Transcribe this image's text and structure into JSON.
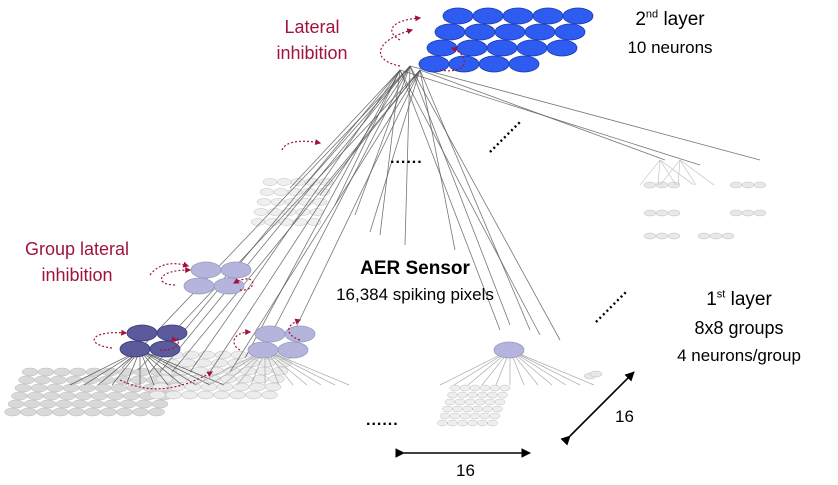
{
  "labels": {
    "lateral_inhibition": [
      "Lateral",
      "inhibition"
    ],
    "second_layer": {
      "num": "2",
      "sup": "nd",
      "rest": " layer",
      "count": "10 neurons"
    },
    "group_lateral_inhibition": [
      "Group lateral",
      "inhibition"
    ],
    "sensor": {
      "title": "AER Sensor",
      "pixels": "16,384 spiking pixels"
    },
    "first_layer": {
      "num": "1",
      "sup": "st",
      "rest": " layer",
      "groups": "8x8 groups",
      "per_group": "4 neurons/group"
    },
    "ellipsis": "......",
    "ellipsis_dotted": "......",
    "dim_bottom": "16",
    "dim_right": "16"
  },
  "colors": {
    "second_layer_neuron": "#2e5bf0",
    "first_layer_group": "#5a5a9c",
    "first_layer_group_faded": "#b4b4dc",
    "inhibition": "#a0143c",
    "connection": "#555555",
    "faded_grid": "#cfcfcf"
  },
  "icons": [
    "inhibition-arrow-icon",
    "dimension-arrow-icon",
    "neuron-icon",
    "pixel-icon"
  ]
}
